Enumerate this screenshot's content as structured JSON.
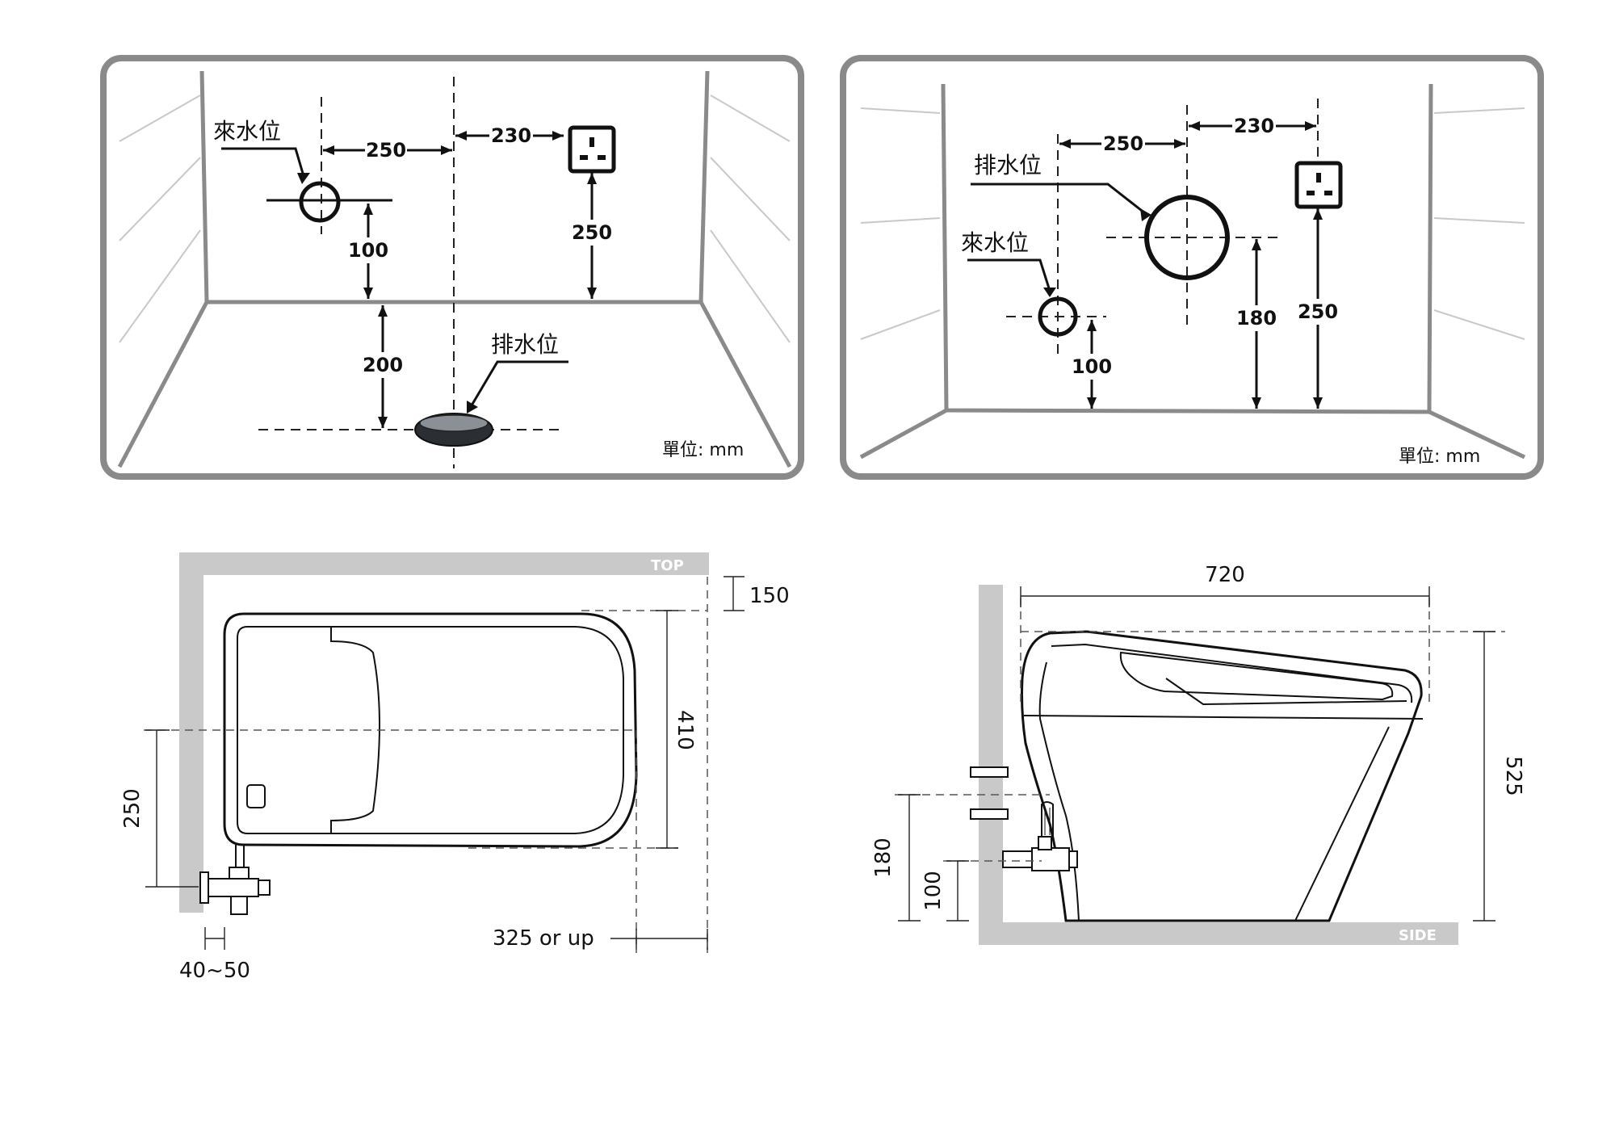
{
  "floor_panel": {
    "water_inlet_label": "來水位",
    "drain_label": "排水位",
    "dim_inlet_to_center": "250",
    "dim_center_to_socket": "230",
    "dim_socket_height": "250",
    "dim_inlet_height": "100",
    "dim_drain_from_wall": "200",
    "unit_label": "單位: mm"
  },
  "wall_panel": {
    "drain_label": "排水位",
    "water_inlet_label": "來水位",
    "dim_inlet_to_drain": "250",
    "dim_drain_to_socket": "230",
    "dim_drain_height": "180",
    "dim_socket_height": "250",
    "dim_inlet_height": "100",
    "unit_label": "單位: mm"
  },
  "top_view": {
    "tag": "TOP",
    "dim_top_gap": "150",
    "dim_width": "410",
    "dim_inlet_height": "250",
    "dim_front_clearance": "325 or up",
    "dim_wall_offset": "40~50"
  },
  "side_view": {
    "tag": "SIDE",
    "dim_length": "720",
    "dim_height": "525",
    "dim_drain_height": "180",
    "dim_inlet_height": "100"
  },
  "colors": {
    "panel_border": "#8a8a8a",
    "wall_gray": "#c9c9c9",
    "line": "#111111"
  },
  "icons": [
    "power-socket-icon",
    "water-inlet-pipe-icon",
    "floor-drain-icon",
    "wall-drain-icon"
  ]
}
